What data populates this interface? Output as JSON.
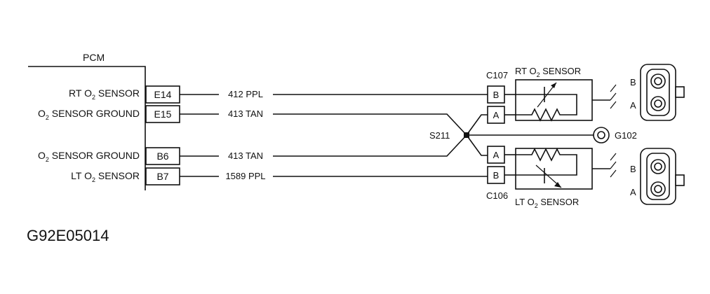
{
  "pcm": {
    "title": "PCM",
    "pins": [
      {
        "name_pre": "RT O",
        "name_sub": "2",
        "name_post": " SENSOR",
        "pin": "E14",
        "wire": "412 PPL"
      },
      {
        "name_pre": "O",
        "name_sub": "2",
        "name_post": " SENSOR GROUND",
        "pin": "E15",
        "wire": "413 TAN"
      },
      {
        "name_pre": "O",
        "name_sub": "2",
        "name_post": " SENSOR GROUND",
        "pin": "B6",
        "wire": "413 TAN"
      },
      {
        "name_pre": "LT O",
        "name_sub": "2",
        "name_post": " SENSOR",
        "pin": "B7",
        "wire": "1589 PPL"
      }
    ]
  },
  "splice": {
    "label": "S211"
  },
  "ground": {
    "label": "G102"
  },
  "rt_sensor": {
    "connector": "C107",
    "title_pre": "RT O",
    "title_sub": "2",
    "title_post": " SENSOR",
    "pin_top": "B",
    "pin_bottom": "A",
    "plug_top": "B",
    "plug_bottom": "A"
  },
  "lt_sensor": {
    "connector": "C106",
    "title_pre": "LT O",
    "title_sub": "2",
    "title_post": " SENSOR",
    "pin_top": "A",
    "pin_bottom": "B",
    "plug_top": "B",
    "plug_bottom": "A"
  },
  "figure_id": "G92E05014"
}
